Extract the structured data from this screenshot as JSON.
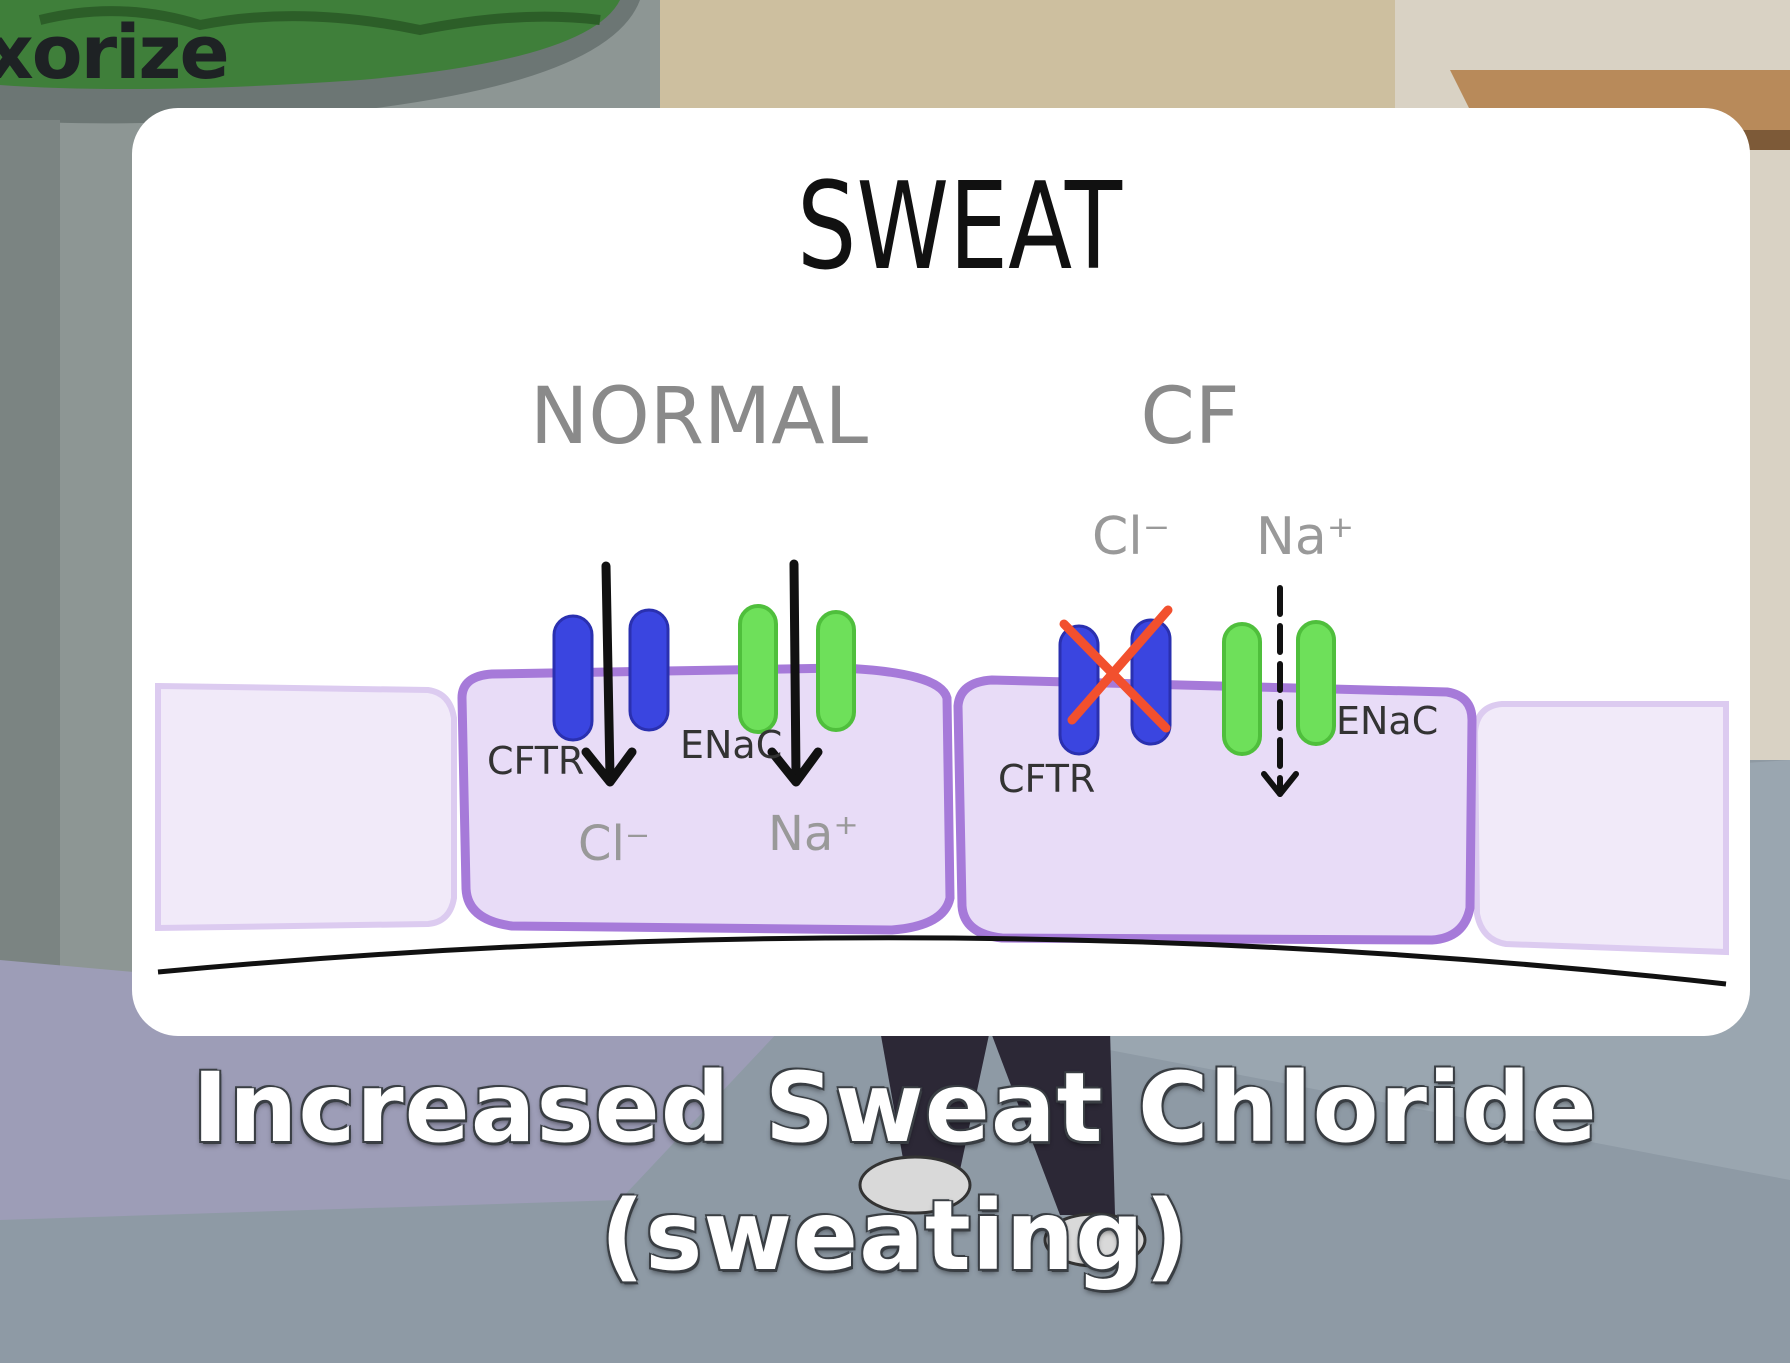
{
  "brand": "xorize",
  "card": {
    "title": "SWEAT",
    "normal": {
      "heading": "NORMAL",
      "cftr_label": "CFTR",
      "enac_label": "ENaC",
      "cl_label": "Cl⁻",
      "na_label": "Na⁺"
    },
    "cf": {
      "heading": "CF",
      "cftr_label": "CFTR",
      "enac_label": "ENaC",
      "cl_label": "Cl⁻",
      "na_label": "Na⁺"
    }
  },
  "caption": {
    "line1": "Increased Sweat Chloride",
    "line2": "(sweating)"
  },
  "colors": {
    "cftr_channel": "#3a45e0",
    "enac_channel": "#6ee05a",
    "cell_fill": "#e8dcf7",
    "cell_border": "#a67ad9",
    "block_cross": "#f2502e"
  }
}
